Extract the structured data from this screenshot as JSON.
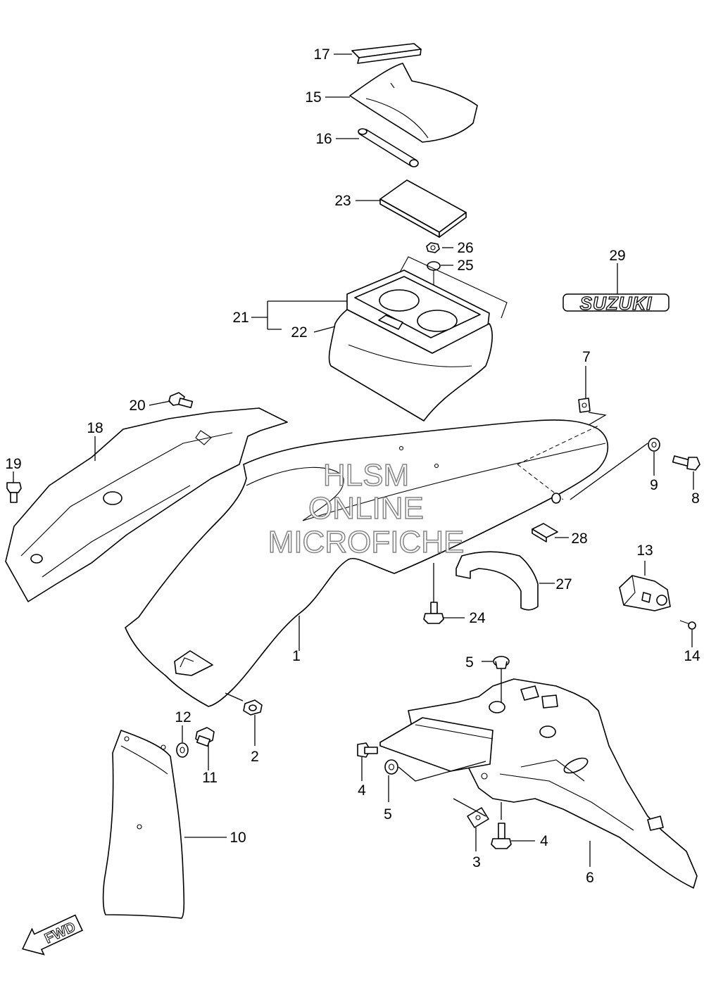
{
  "callouts": {
    "c1": "1",
    "c2": "2",
    "c3": "3",
    "c4a": "4",
    "c4b": "4",
    "c5a": "5",
    "c5b": "5",
    "c6": "6",
    "c7": "7",
    "c8": "8",
    "c9": "9",
    "c10": "10",
    "c11": "11",
    "c12": "12",
    "c13": "13",
    "c14": "14",
    "c15": "15",
    "c16": "16",
    "c17": "17",
    "c18": "18",
    "c19": "19",
    "c20": "20",
    "c21": "21",
    "c22": "22",
    "c23": "23",
    "c24": "24",
    "c25": "25",
    "c26": "26",
    "c27": "27",
    "c28": "28",
    "c29": "29"
  },
  "emblem_text": "SUZUKI",
  "watermark": {
    "line1": "HLSM",
    "line2": "ONLINE",
    "line3": "MICROFICHE"
  },
  "direction_label": "FWD"
}
